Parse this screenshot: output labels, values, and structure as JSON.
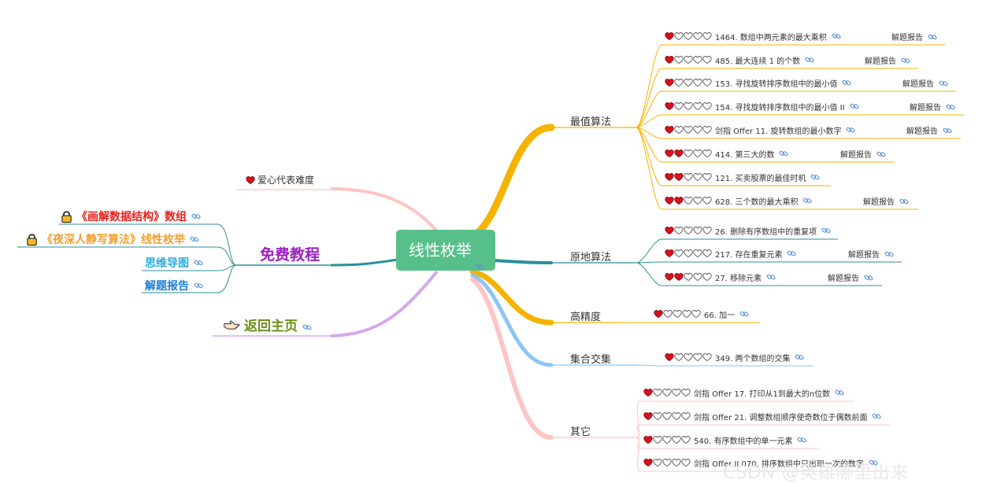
{
  "root": {
    "label": "线性枚举"
  },
  "legend": {
    "label": "爱心代表难度"
  },
  "free_tutorial": {
    "label": "免费教程"
  },
  "home": {
    "label": "返回主页"
  },
  "left_items": [
    {
      "label": "《画解数据结构》数组",
      "color": "#e8201c"
    },
    {
      "label": "《夜深人静写算法》线性枚举",
      "color": "#f0a030"
    },
    {
      "label": "思维导图",
      "color": "#2aaee0"
    },
    {
      "label": "解题报告",
      "color": "#1a7fd8"
    }
  ],
  "colors": {
    "heart_fill": "#d6111e",
    "heart_outline": "#555555",
    "link_icon": "#5b8fd6",
    "root_bg": "#57c08a"
  },
  "branches": [
    {
      "label": "最值算法",
      "color": "#f5b300",
      "leaves": [
        {
          "difficulty": 1,
          "title": "1464. 数组中两元素的最大乘积",
          "report": "解题报告"
        },
        {
          "difficulty": 1,
          "title": "485. 最大连续 1 的个数",
          "report": "解题报告"
        },
        {
          "difficulty": 1,
          "title": "153. 寻找旋转排序数组中的最小值",
          "report": "解题报告"
        },
        {
          "difficulty": 1,
          "title": "154. 寻找旋转排序数组中的最小值 II",
          "report": "解题报告"
        },
        {
          "difficulty": 1,
          "title": "剑指 Offer 11. 旋转数组的最小数字",
          "report": "解题报告"
        },
        {
          "difficulty": 2,
          "title": "414. 第三大的数",
          "report": "解题报告"
        },
        {
          "difficulty": 2,
          "title": "121. 买卖股票的最佳时机",
          "report": ""
        },
        {
          "difficulty": 2,
          "title": "628. 三个数的最大乘积",
          "report": "解题报告"
        }
      ]
    },
    {
      "label": "原地算法",
      "color": "#2a8f9a",
      "leaves": [
        {
          "difficulty": 1,
          "title": "26. 删除有序数组中的重复项",
          "report": ""
        },
        {
          "difficulty": 1,
          "title": "217. 存在重复元素",
          "report": "解题报告"
        },
        {
          "difficulty": 2,
          "title": "27. 移除元素",
          "report": "解题报告"
        }
      ]
    },
    {
      "label": "高精度",
      "color": "#f5b300",
      "leaves": [
        {
          "difficulty": 1,
          "title": "66. 加一",
          "report": ""
        }
      ]
    },
    {
      "label": "集合交集",
      "color": "#8ec4f2",
      "leaves": [
        {
          "difficulty": 1,
          "title": "349. 两个数组的交集",
          "report": ""
        }
      ]
    },
    {
      "label": "其它",
      "color": "#ffc4c4",
      "leaves": [
        {
          "difficulty": 1,
          "title": "剑指 Offer 17. 打印从1到最大的n位数",
          "report": ""
        },
        {
          "difficulty": 1,
          "title": "剑指 Offer 21. 调整数组顺序使奇数位于偶数前面",
          "report": ""
        },
        {
          "difficulty": 1,
          "title": "540. 有序数组中的单一元素",
          "report": ""
        },
        {
          "difficulty": 1,
          "title": "剑指 Offer II 070. 排序数组中只出现一次的数字",
          "report": ""
        }
      ]
    }
  ],
  "watermark": "CSDN @英雄哪里出来"
}
